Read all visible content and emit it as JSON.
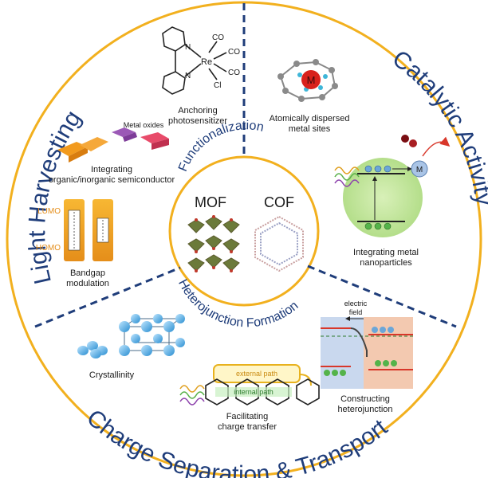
{
  "sections": {
    "light_harvesting": "Light Harvesting",
    "catalytic_activity": "Catalytic Activity",
    "charge_transport": "Charge Separation & Transport"
  },
  "inner": {
    "functionalization": "Functionalization",
    "heterojunction_formation": "Heterojunction Formation",
    "mof": "MOF",
    "cof": "COF"
  },
  "molecule": {
    "co1": "CO",
    "co2": "CO",
    "co3": "CO",
    "re": "Re",
    "cl": "Cl",
    "n1": "N",
    "n2": "N"
  },
  "labels": {
    "anchoring": [
      "Anchoring",
      "photosensitizer"
    ],
    "metal_oxides": "Metal oxides",
    "integrating_semi": [
      "Integrating",
      "organic/inorganic semiconductor"
    ],
    "lumo": "LUMO",
    "homo": "HOMO",
    "bandgap": [
      "Bandgap",
      "modulation"
    ],
    "atomically": [
      "Atomically dispersed",
      "metal sites"
    ],
    "metal_m": "M",
    "integrating_metal": [
      "Integrating metal",
      "nanoparticles"
    ],
    "crystallinity": "Crystallinity",
    "external_path": "external path",
    "internal_path": "internal path",
    "facilitating": [
      "Facilitating",
      "charge transfer"
    ],
    "electric_field": [
      "electric",
      "field"
    ],
    "constructing": [
      "Constructing",
      "heterojunction"
    ]
  },
  "colors": {
    "ring": "#f2b01e",
    "divider": "#1f3d7a",
    "title": "#1f3d7a",
    "mof_node": "#6b7a3a",
    "cof_line": "#c9a0a0"
  }
}
